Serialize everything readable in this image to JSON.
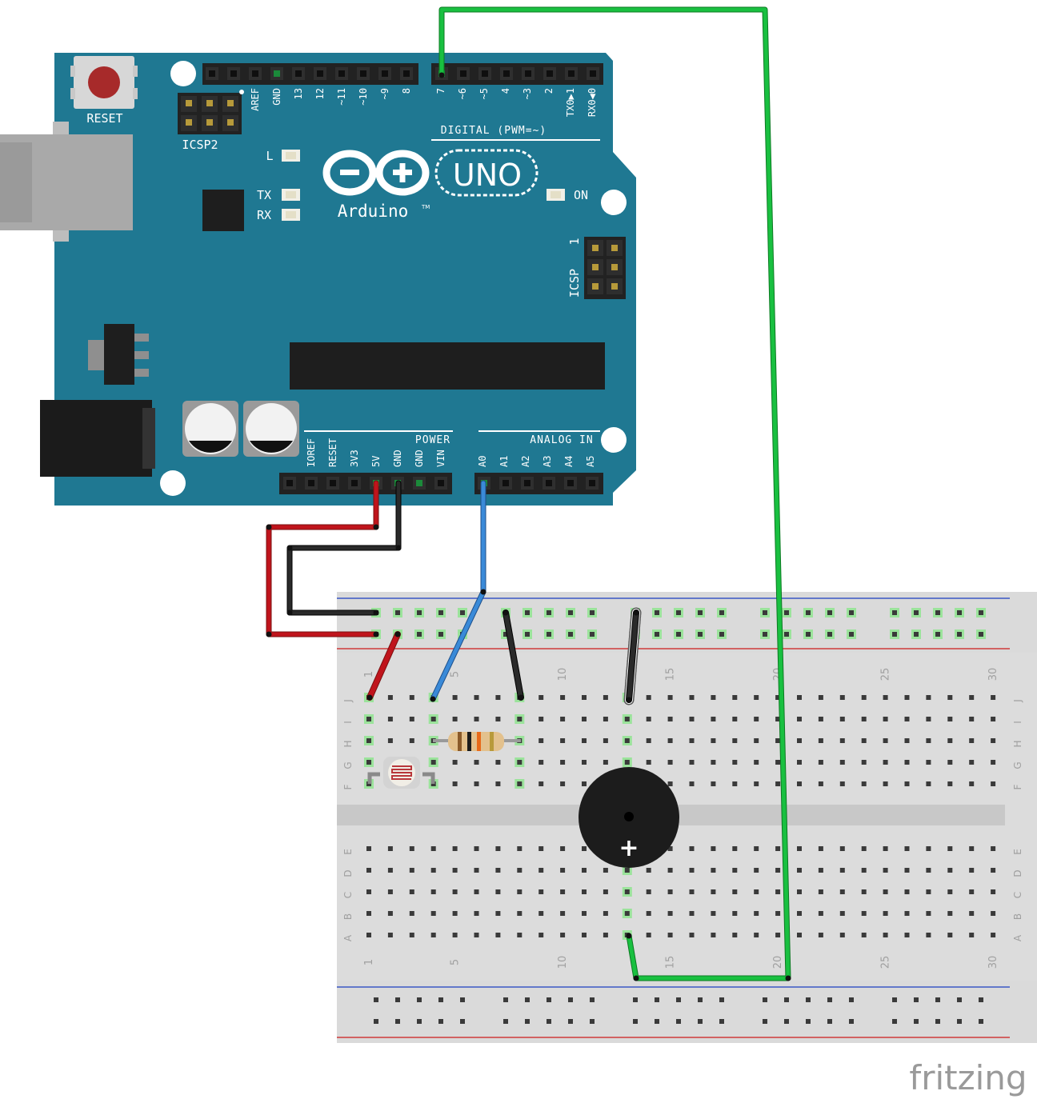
{
  "arduino": {
    "reset_label": "RESET",
    "icsp2_label": "ICSP2",
    "icsp_label": "ICSP",
    "icsp_pin1": "1",
    "logo_name": "Arduino",
    "logo_tm": "TM",
    "model": "UNO",
    "digital_section": "DIGITAL (PWM=~)",
    "power_section": "POWER",
    "analog_section": "ANALOG IN",
    "led_l": "L",
    "led_tx": "TX",
    "led_rx": "RX",
    "led_on": "ON",
    "digital_pins_left": [
      "AREF",
      "GND",
      "13",
      "12",
      "~11",
      "~10",
      "~9",
      "8"
    ],
    "digital_pins_right": [
      "7",
      "~6",
      "~5",
      "4",
      "~3",
      "2",
      "TX0▶1",
      "RX0◀0"
    ],
    "power_pins": [
      "IOREF",
      "RESET",
      "3V3",
      "5V",
      "GND",
      "GND",
      "VIN"
    ],
    "analog_pins": [
      "A0",
      "A1",
      "A2",
      "A3",
      "A4",
      "A5"
    ]
  },
  "breadboard": {
    "top_rows": [
      "J",
      "I",
      "H",
      "G",
      "F"
    ],
    "bottom_rows": [
      "E",
      "D",
      "C",
      "B",
      "A"
    ],
    "column_labels": [
      "1",
      "5",
      "10",
      "15",
      "20",
      "25",
      "30"
    ]
  },
  "buzzer": {
    "polarity": "+"
  },
  "watermark": "fritzing",
  "colors": {
    "board": "#1f7892",
    "wire_red": "#c0141c",
    "wire_black": "#222222",
    "wire_blue": "#2f7fd0",
    "wire_green": "#19b33a"
  }
}
